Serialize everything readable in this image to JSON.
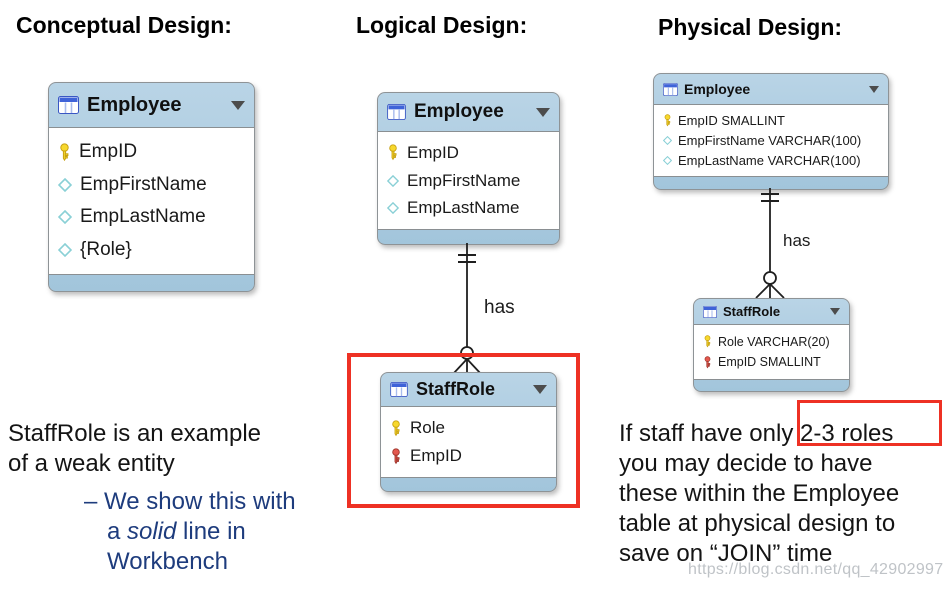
{
  "headings": {
    "conceptual": "Conceptual Design:",
    "logical": "Logical Design:",
    "physical": "Physical Design:"
  },
  "diagram": {
    "conceptual": {
      "employee": {
        "title": "Employee",
        "rows": [
          {
            "icon": "primary-key-icon",
            "label": "EmpID"
          },
          {
            "icon": "attribute-diamond-icon",
            "label": "EmpFirstName"
          },
          {
            "icon": "attribute-diamond-icon",
            "label": "EmpLastName"
          },
          {
            "icon": "attribute-diamond-icon",
            "label": "{Role}"
          }
        ]
      }
    },
    "logical": {
      "employee": {
        "title": "Employee",
        "rows": [
          {
            "icon": "primary-key-icon",
            "label": "EmpID"
          },
          {
            "icon": "attribute-diamond-icon",
            "label": "EmpFirstName"
          },
          {
            "icon": "attribute-diamond-icon",
            "label": "EmpLastName"
          }
        ]
      },
      "staffrole": {
        "title": "StaffRole",
        "rows": [
          {
            "icon": "primary-key-icon",
            "label": "Role"
          },
          {
            "icon": "foreign-key-icon",
            "label": "EmpID"
          }
        ]
      },
      "relationship": "has"
    },
    "physical": {
      "employee": {
        "title": "Employee",
        "rows": [
          {
            "icon": "primary-key-icon",
            "label": "EmpID SMALLINT"
          },
          {
            "icon": "attribute-diamond-icon",
            "label": "EmpFirstName VARCHAR(100)"
          },
          {
            "icon": "attribute-diamond-icon",
            "label": "EmpLastName VARCHAR(100)"
          }
        ]
      },
      "staffrole": {
        "title": "StaffRole",
        "rows": [
          {
            "icon": "primary-key-icon",
            "label": "Role VARCHAR(20)"
          },
          {
            "icon": "foreign-key-icon",
            "label": "EmpID SMALLINT"
          }
        ]
      },
      "relationship": "has"
    }
  },
  "notes": {
    "left": {
      "line1": "StaffRole is an example",
      "line2": "of a weak entity",
      "bullet": {
        "line1": "– We show this with",
        "line2_pre": "a ",
        "line2_italic": "solid",
        "line2_post": " line in",
        "line3": "Workbench"
      }
    },
    "right": {
      "line1": "If staff have only 2-3 roles",
      "line2": "you may decide to have",
      "line3": "these within the Employee",
      "line4": "table at physical design to",
      "line5": "save on “JOIN” time"
    }
  },
  "watermark": {
    "text": "https://blog.csdn.net/qq_42902997"
  },
  "colors": {
    "entity_header_blue": "#a9c9de",
    "entity_border_gray": "#8e9396",
    "highlight_red": "#ee3124",
    "note_blue": "#1e3c7d",
    "primary_key_yellow": "#f7d82d",
    "foreign_key_red": "#e4584e",
    "attribute_teal": "#8ad0d6",
    "watermark_gray": "#b4b9bd"
  }
}
